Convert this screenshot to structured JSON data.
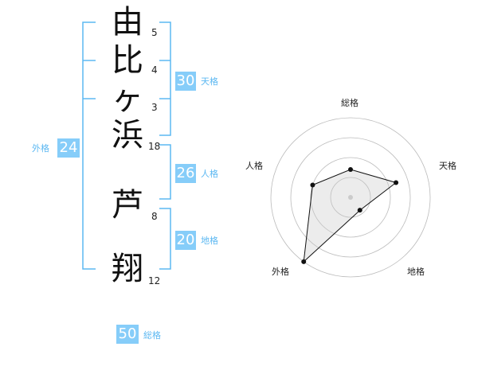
{
  "name_chars": [
    {
      "char": "由",
      "strokes": "5"
    },
    {
      "char": "比",
      "strokes": "4"
    },
    {
      "char": "ヶ",
      "strokes": "3"
    },
    {
      "char": "浜",
      "strokes": "18"
    },
    {
      "char": "芦",
      "strokes": "8"
    },
    {
      "char": "翔",
      "strokes": "12"
    }
  ],
  "fortunes": {
    "tenkaku": {
      "value": "30",
      "label": "天格"
    },
    "jinkaku": {
      "value": "26",
      "label": "人格"
    },
    "chikaku": {
      "value": "20",
      "label": "地格"
    },
    "gaikaku": {
      "value": "24",
      "label": "外格"
    },
    "soukaku": {
      "value": "50",
      "label": "総格"
    }
  },
  "colors": {
    "accent": "#86cdf9",
    "accent_text": "#5cb8f2",
    "bracket": "#5cb8f2",
    "text": "#111111"
  },
  "chart_data": {
    "type": "radar",
    "axes": [
      "総格",
      "天格",
      "地格",
      "外格",
      "人格"
    ],
    "values": [
      0.35,
      0.6,
      0.2,
      1.0,
      0.5
    ],
    "rings": 4,
    "range": [
      0,
      1
    ]
  }
}
